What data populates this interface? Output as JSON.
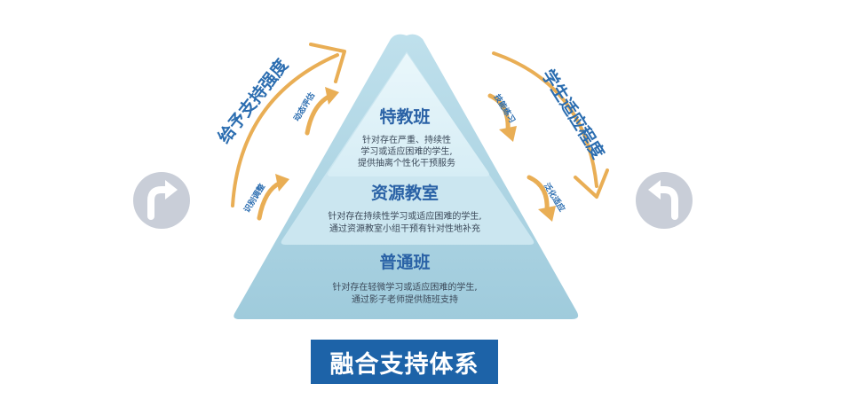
{
  "pyramid": {
    "top": {
      "title": "特教班",
      "lines": [
        "针对存在严重、持续性",
        "学习或适应困难的学生,",
        "提供抽离个性化干预服务"
      ]
    },
    "middle": {
      "title": "资源教室",
      "lines": [
        "针对存在持续性学习或适应困难的学生,",
        "通过资源教室小组干预有针对性地补充"
      ]
    },
    "bottom": {
      "title": "普通班",
      "lines": [
        "针对存在轻微学习或适应困难的学生,",
        "通过影子老师提供随班支持"
      ]
    }
  },
  "left_arc": {
    "label": "给予支持强度",
    "small_upper": "动态评估",
    "small_lower": "识别调整"
  },
  "right_arc": {
    "label": "学生适应程度",
    "small_upper": "技能练习",
    "small_lower": "泛化适应"
  },
  "left_icon": "turn-right-arrow-icon",
  "right_icon": "turn-left-arrow-icon",
  "caption": "融合支持体系",
  "colors": {
    "arrow": "#e9ae55",
    "label_blue": "#2b6db0",
    "caption_bg": "#1d63a8",
    "pyramid_outer": "#a9d2e0",
    "pyramid_inner": "#d8eef6",
    "circle_icon": "#c9ced8"
  }
}
